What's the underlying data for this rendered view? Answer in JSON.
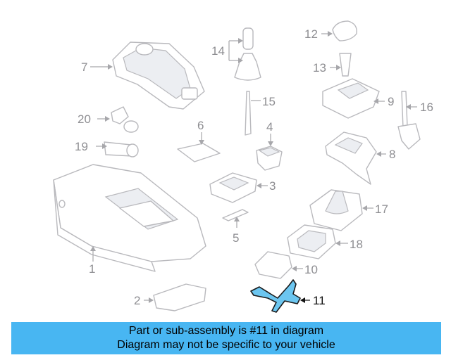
{
  "callouts": {
    "c1": "1",
    "c2": "2",
    "c3": "3",
    "c4": "4",
    "c5": "5",
    "c6": "6",
    "c7": "7",
    "c8": "8",
    "c9": "9",
    "c10": "10",
    "c11": "11",
    "c12": "12",
    "c13": "13",
    "c14": "14",
    "c15": "15",
    "c16": "16",
    "c17": "17",
    "c18": "18",
    "c19": "19",
    "c20": "20"
  },
  "highlight": {
    "part": "11",
    "color": "#6cc6f0"
  },
  "banner": {
    "line1": "Part or sub-assembly is #11 in diagram",
    "line2": "Diagram may not be specific to your vehicle",
    "color": "#48b6f2"
  }
}
